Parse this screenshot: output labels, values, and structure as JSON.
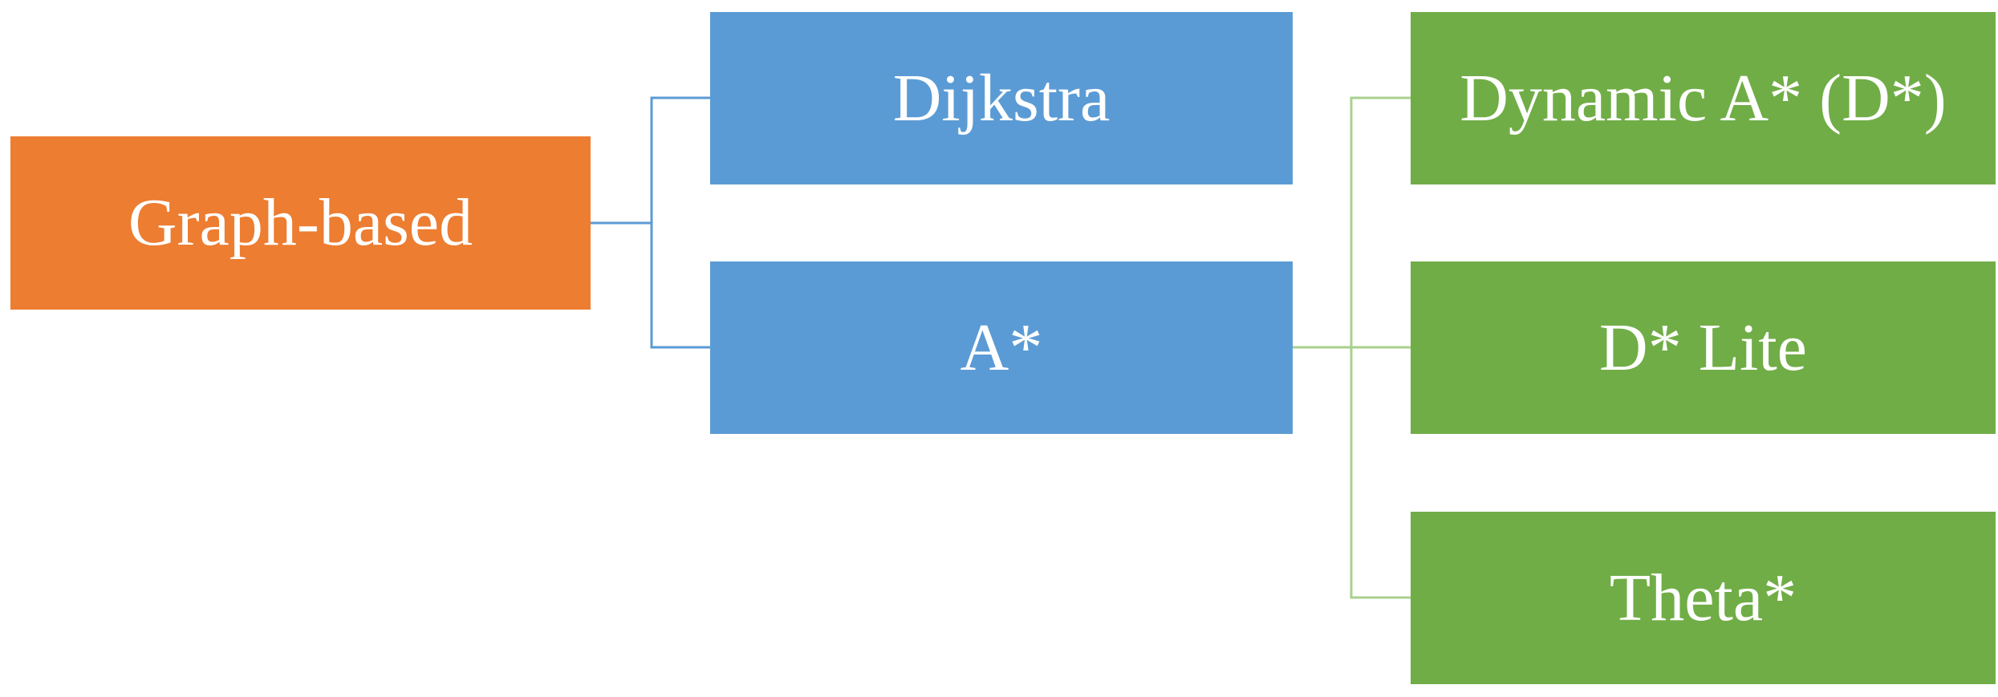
{
  "colors": {
    "root": "#ED7D31",
    "level1": "#5B9BD5",
    "level2": "#70AD47",
    "connector_level1": "#5B9BD5",
    "connector_level2": "#A9D18E"
  },
  "diagram": {
    "root": {
      "label": "Graph-based"
    },
    "level1": [
      {
        "label": "Dijkstra"
      },
      {
        "label": "A*"
      }
    ],
    "level2": [
      {
        "label": "Dynamic A* (D*)"
      },
      {
        "label": "D* Lite"
      },
      {
        "label": "Theta*"
      }
    ]
  }
}
